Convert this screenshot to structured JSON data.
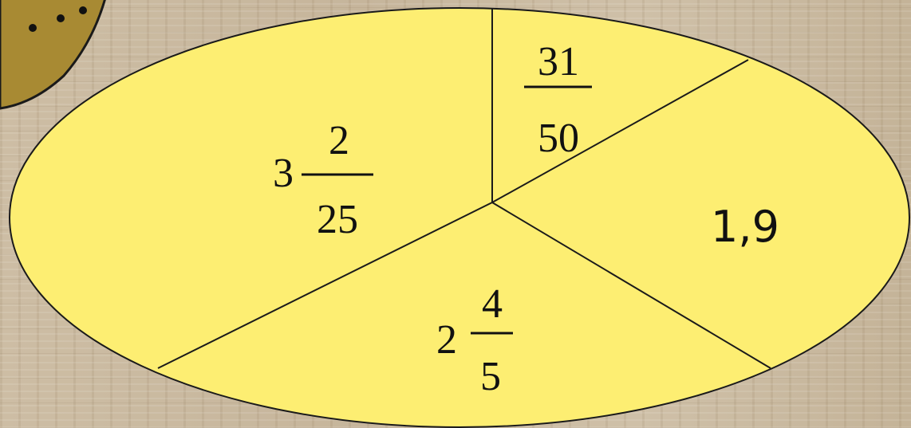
{
  "colors": {
    "pie_fill": "#fdee72",
    "outline": "#1a1a1a",
    "cookie_fill": "#a88a33",
    "background": "#c9b9a1"
  },
  "decorations": {
    "corner_cookie": "cookie-with-chocolate-chips-icon"
  },
  "segments": {
    "top": {
      "numerator": "31",
      "denominator": "50"
    },
    "right": {
      "value": "1,9"
    },
    "bottom": {
      "whole": "2",
      "numerator": "4",
      "denominator": "5"
    },
    "left": {
      "whole": "3",
      "numerator": "2",
      "denominator": "25"
    }
  }
}
